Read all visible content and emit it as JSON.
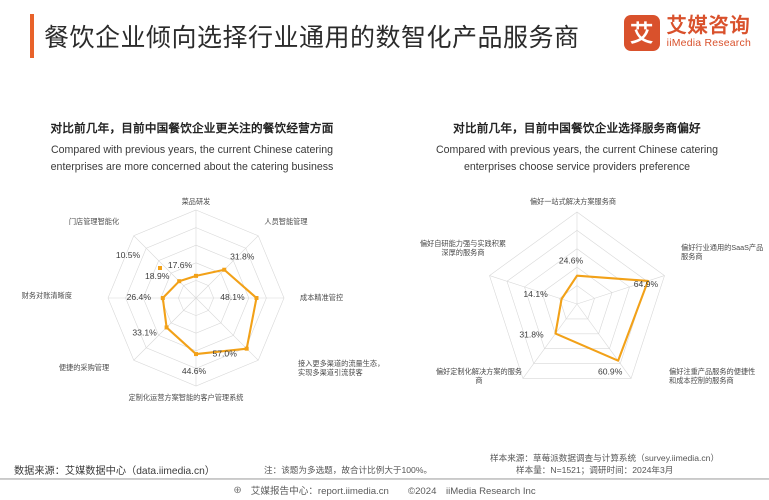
{
  "header": {
    "title": "餐饮企业倾向选择行业通用的数智化产品服务商",
    "logo_mark": "艾",
    "logo_cn": "艾媒咨询",
    "logo_en": "iiMedia Research"
  },
  "panels": {
    "left": {
      "title_cn": "对比前几年，目前中国餐饮企业更关注的餐饮经营方面",
      "title_en": "Compared with previous years, the current Chinese catering enterprises are more concerned about the catering business"
    },
    "right": {
      "title_cn": "对比前几年，目前中国餐饮企业选择服务商偏好",
      "title_en": "Compared with previous years, the current Chinese catering enterprises choose service providers preference"
    }
  },
  "chart_data": [
    {
      "type": "radar",
      "title": "对比前几年，目前中国餐饮企业更关注的餐饮经营方面",
      "categories": [
        "菜品研发",
        "人员智能管理",
        "成本精准管控",
        "接入更多渠道的流量生态，实现多渠道引流获客",
        "定制化运营方案智能的客户管理系统",
        "便捷的采购管理",
        "财务对账清晰度",
        "门店管理智能化"
      ],
      "axis_label_lines": [
        [
          "菜品研发"
        ],
        [
          "人员智能管理"
        ],
        [
          "成本精准管控"
        ],
        [
          "接入更多渠道的流量生态，",
          "实现多渠道引流获客"
        ],
        [
          "定制化运营方案智能的客户管理系统"
        ],
        [
          "便捷的采购管理"
        ],
        [
          "财务对账清晰度"
        ],
        [
          "门店管理智能化"
        ]
      ],
      "values": [
        17.6,
        31.8,
        48.1,
        57.0,
        44.6,
        33.1,
        26.4,
        18.9
      ],
      "extra_point": {
        "label": "10.5%",
        "value": 10.5
      },
      "value_labels": [
        "17.6%",
        "31.8%",
        "48.1%",
        "57.0%",
        "44.6%",
        "33.1%",
        "26.4%",
        "18.9%"
      ],
      "rings": 5,
      "max": 70,
      "unit": "%",
      "series_color": "#F2A118",
      "grid_color": "#d8d8d8"
    },
    {
      "type": "radar",
      "title": "对比前几年，目前中国餐饮企业选择服务商偏好",
      "categories": [
        "偏好一站式解决方案服务商",
        "偏好行业通用的SaaS产品服务商",
        "偏好注重产品服务的便捷性和成本控制的服务商",
        "偏好定制化解决方案的服务商",
        "偏好自研能力强与实践积累深厚的服务商"
      ],
      "axis_label_lines": [
        [
          "偏好一站式解决方案服务商"
        ],
        [
          "偏好行业通用的SaaS产品",
          "服务商"
        ],
        [
          "偏好注重产品服务的便捷性",
          "和成本控制的服务商"
        ],
        [
          "偏好定制化解决方案的服务",
          "商"
        ],
        [
          "偏好自研能力强与实践积累",
          "深厚的服务商"
        ]
      ],
      "values": [
        24.6,
        64.9,
        60.9,
        31.8,
        14.1
      ],
      "value_labels": [
        "24.6%",
        "64.9%",
        "60.9%",
        "31.8%",
        "14.1%"
      ],
      "rings": 5,
      "max": 80,
      "unit": "%",
      "series_color": "#F2A118",
      "grid_color": "#d8d8d8"
    }
  ],
  "footer": {
    "source_left": "数据来源：艾媒数据中心（data.iimedia.cn）",
    "note_mid": "注：该题为多选题，故合计比例大于100%。",
    "source_right_line1": "样本来源：草莓派数据调查与计算系统（survey.iimedia.cn）",
    "source_right_line2": "样本量：N=1521；调研时间：2024年3月",
    "bottom_icon": "⊕",
    "bottom_text": "艾媒报告中心：report.iimedia.cn　　©2024　iiMedia Research  Inc"
  }
}
